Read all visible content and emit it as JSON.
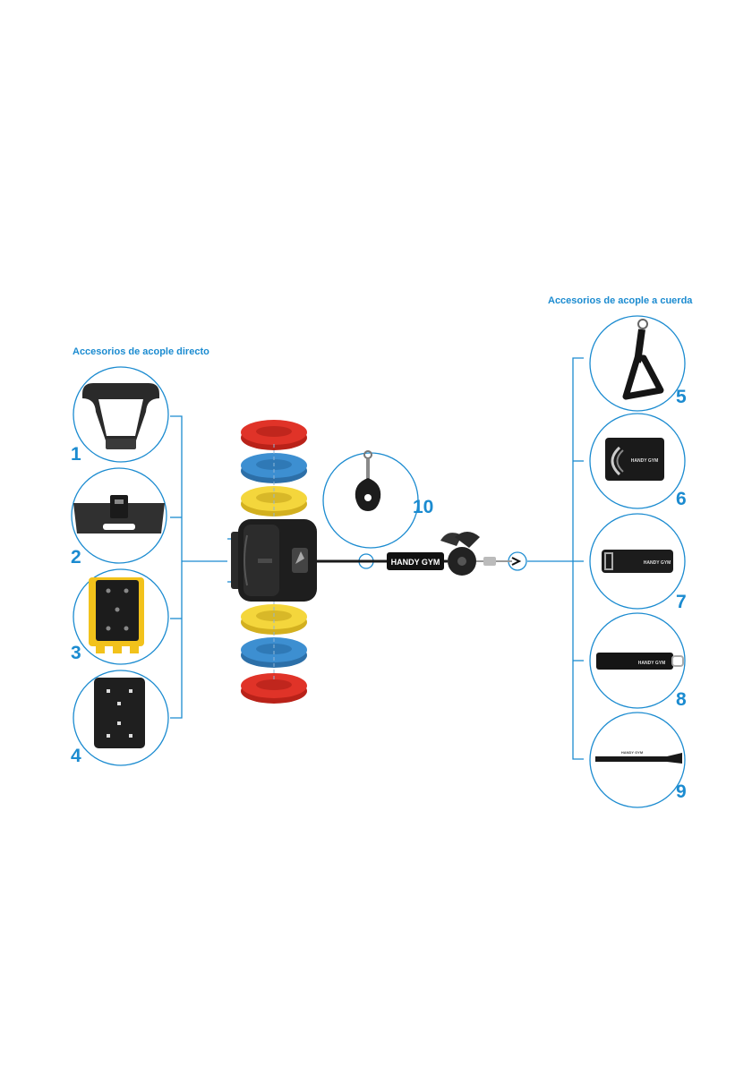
{
  "colors": {
    "accent": "#1b8bd0",
    "disc_red": "#e03328",
    "disc_blue": "#3d8fd1",
    "disc_yellow": "#f4d63c",
    "device": "#1e1e1e",
    "strap": "#141414"
  },
  "headings": {
    "direct": "Accesorios de acople directo",
    "cord": "Accesorios de acople a cuerda"
  },
  "numbers": {
    "n1": "1",
    "n2": "2",
    "n3": "3",
    "n4": "4",
    "n5": "5",
    "n6": "6",
    "n7": "7",
    "n8": "8",
    "n9": "9",
    "n10": "10"
  },
  "brand": "HANDY GYM",
  "discs_top": [
    "red",
    "blue",
    "yellow"
  ],
  "discs_bottom": [
    "yellow",
    "blue",
    "red"
  ],
  "icons": {
    "item1": "d-handle-icon",
    "item2": "plate-adapter-icon",
    "item3": "yellow-clamp-icon",
    "item4": "mount-plate-icon",
    "item5": "handle-strap-icon",
    "item6": "ankle-strap-icon",
    "item7": "waist-belt-icon",
    "item8": "door-anchor-icon",
    "item9": "wrist-strap-icon",
    "item10": "carabiner-icon"
  }
}
